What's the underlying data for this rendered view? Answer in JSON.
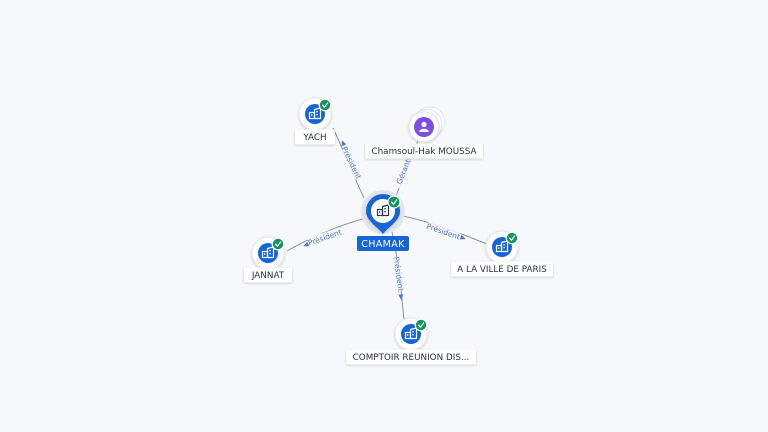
{
  "graph": {
    "center": {
      "label": "CHAMAK",
      "icon": "building-icon",
      "status": "verified"
    },
    "nodes": [
      {
        "id": "yach",
        "label": "YACH",
        "kind": "company",
        "icon": "building-icon",
        "verified": true
      },
      {
        "id": "moussa",
        "label": "Chamsoul-Hak MOUSSA",
        "kind": "person",
        "icon": "person-icon",
        "verified": false
      },
      {
        "id": "jannat",
        "label": "JANNAT",
        "kind": "company",
        "icon": "building-icon",
        "verified": true
      },
      {
        "id": "paris",
        "label": "A LA VILLE DE PARIS",
        "kind": "company",
        "icon": "building-icon",
        "verified": true
      },
      {
        "id": "comptoir",
        "label": "COMPTOIR REUNION DIS...",
        "kind": "company",
        "icon": "building-icon",
        "verified": true
      }
    ],
    "edges": [
      {
        "from": "center",
        "to": "yach",
        "label": "Président"
      },
      {
        "from": "moussa",
        "to": "center",
        "label": "Gérant"
      },
      {
        "from": "center",
        "to": "jannat",
        "label": "Président"
      },
      {
        "from": "center",
        "to": "paris",
        "label": "Président"
      },
      {
        "from": "center",
        "to": "comptoir",
        "label": "Président"
      }
    ]
  },
  "colors": {
    "company_blue": "#1565d8",
    "person_purple": "#7b4fe0",
    "verified_green": "#14955a",
    "edge_label_blue": "#4f79c9",
    "edge_gray": "#8a93a6"
  }
}
